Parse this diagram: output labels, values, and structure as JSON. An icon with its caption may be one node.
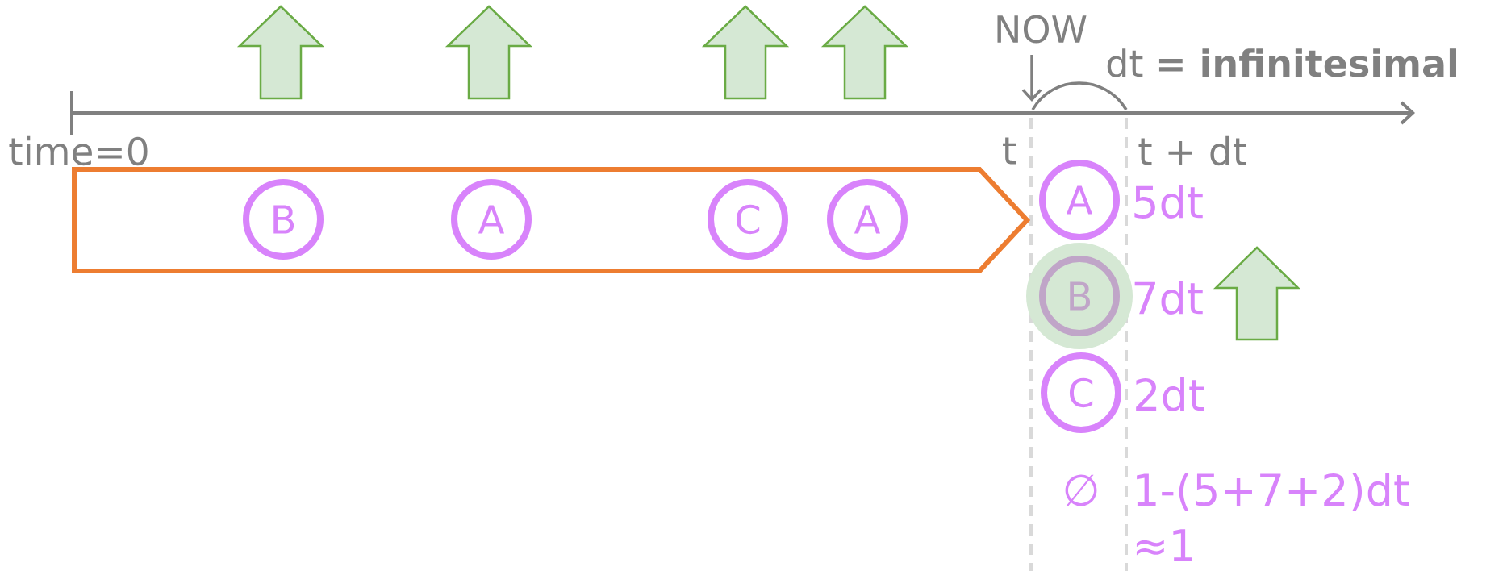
{
  "diagram": {
    "nodes": [
      {
        "text": [],
        "shape": "chevron"
      },
      {
        "text": [
          "B"
        ],
        "in": 0
      },
      {
        "text": [
          "A"
        ],
        "in": 0
      },
      {
        "text": [
          "C"
        ],
        "in": 0
      },
      {
        "text": [
          "A"
        ],
        "in": 0
      },
      {
        "text": [
          "A"
        ],
        "beside": [
          "5dt"
        ]
      },
      {
        "text": [
          "B"
        ],
        "beside": [
          "7dt"
        ]
      },
      {
        "text": [
          "C"
        ],
        "beside": [
          "2dt"
        ]
      }
    ],
    "edges": [],
    "labels": [
      "NOW",
      "dt **= infinitesimal**",
      "time=0",
      "t",
      "t + dt",
      "∅",
      "1-(5+7+2)dt",
      "≈1"
    ]
  }
}
